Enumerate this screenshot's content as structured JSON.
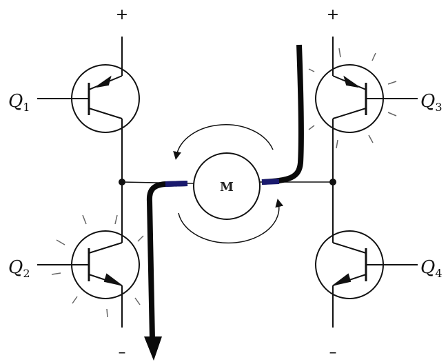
{
  "title": "H-bridge motor driver",
  "transistors": [
    {
      "id": "Q1",
      "letter": "Q",
      "sub": "1",
      "type": "PNP",
      "on": false
    },
    {
      "id": "Q2",
      "letter": "Q",
      "sub": "2",
      "type": "NPN",
      "on": true
    },
    {
      "id": "Q3",
      "letter": "Q",
      "sub": "3",
      "type": "PNP",
      "on": true
    },
    {
      "id": "Q4",
      "letter": "Q",
      "sub": "4",
      "type": "NPN",
      "on": false
    }
  ],
  "motor_label": "M",
  "supply": {
    "plus": "+",
    "minus": "–"
  },
  "colors": {
    "line": "#111111",
    "current": "#0a0a0a",
    "current_tint": "#1a1a6e"
  }
}
